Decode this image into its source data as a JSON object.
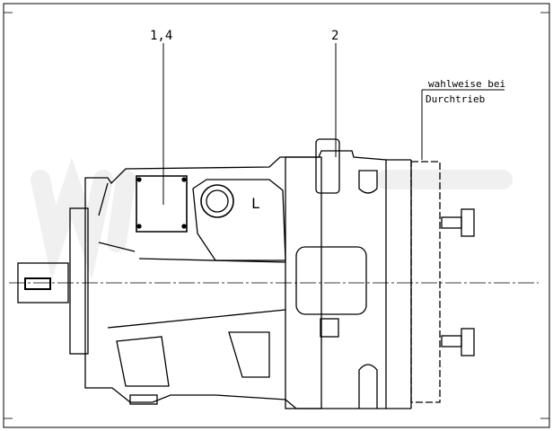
{
  "labels": {
    "item_1_4": "1,4",
    "item_2": "2",
    "port_l": "L",
    "note_line1": "wahlweise bei",
    "note_line2": "Durchtrieb"
  },
  "colors": {
    "line": "#000000",
    "background": "#ffffff",
    "watermark": "#f0f0f0"
  }
}
